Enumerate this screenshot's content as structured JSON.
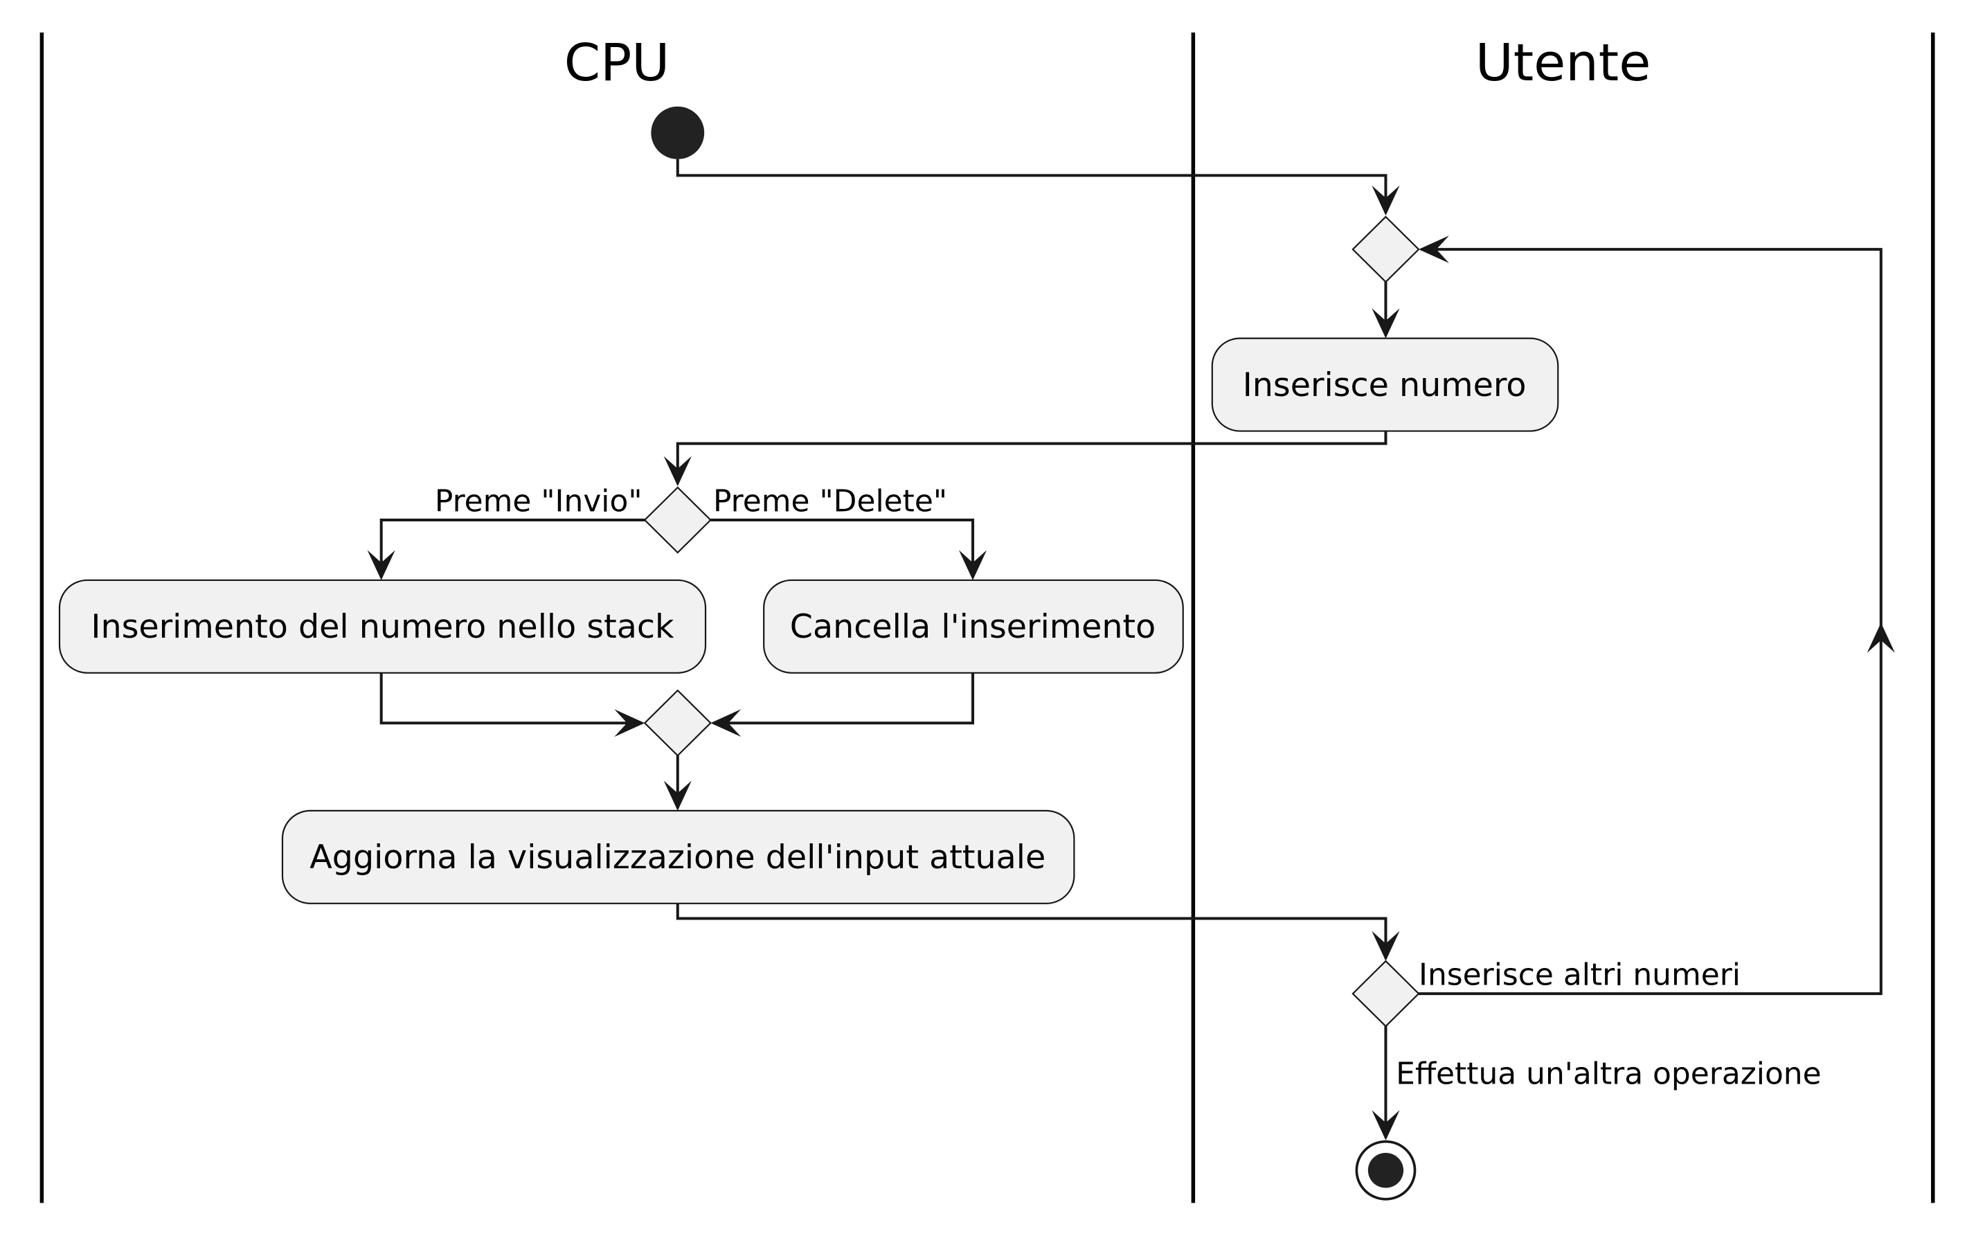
{
  "lanes": {
    "cpu": "CPU",
    "user": "Utente"
  },
  "actions": {
    "insert_number": "Inserisce numero",
    "push_stack": "Inserimento del numero nello stack",
    "cancel_input": "Cancella l'inserimento",
    "update_display": "Aggiorna la visualizzazione dell'input attuale"
  },
  "guards": {
    "press_enter": "Preme \"Invio\"",
    "press_delete": "Preme \"Delete\"",
    "more_numbers": "Inserisce altri numeri",
    "other_operation": "Effettua un'altra operazione"
  },
  "colors": {
    "node_fill": "#f1f1f1",
    "stroke": "#181818",
    "start_end": "#222222"
  }
}
